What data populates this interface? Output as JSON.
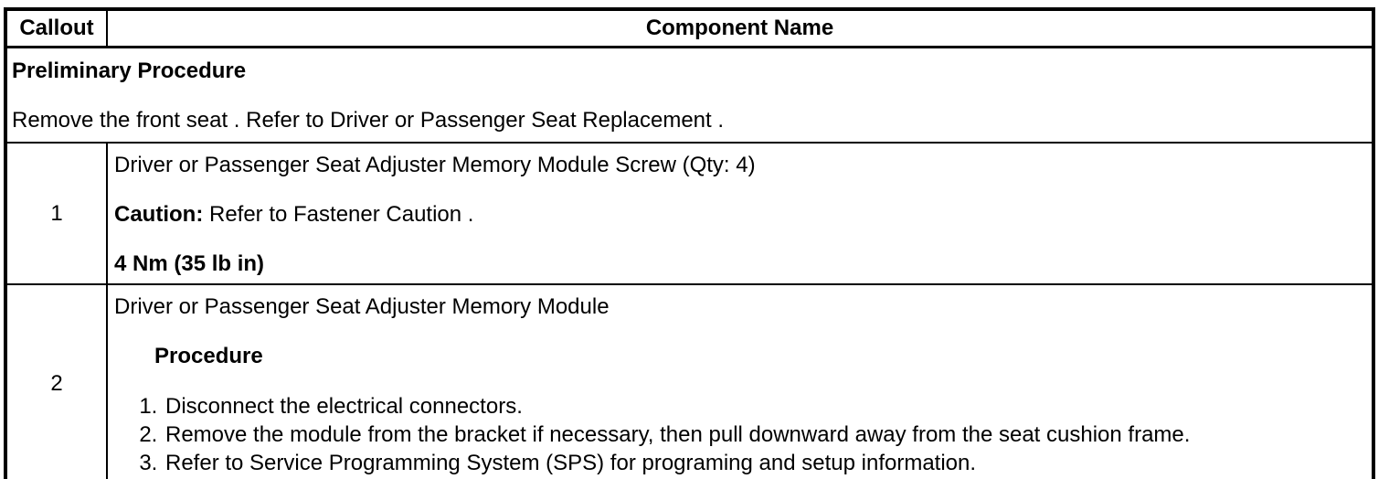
{
  "colors": {
    "border": "#000000",
    "text": "#000000",
    "background": "#ffffff"
  },
  "table": {
    "headers": {
      "callout": "Callout",
      "component": "Component Name"
    },
    "preliminary": {
      "title": "Preliminary Procedure",
      "text": "Remove the front seat . Refer to Driver or Passenger Seat Replacement ."
    },
    "rows": [
      {
        "callout": "1",
        "component_name": "Driver or Passenger Seat Adjuster Memory Module Screw (Qty: 4)",
        "caution_label": "Caution:",
        "caution_text": " Refer to Fastener Caution .",
        "torque": "4 Nm (35 lb in)"
      },
      {
        "callout": "2",
        "component_name": "Driver or Passenger Seat Adjuster Memory Module",
        "procedure_heading": "Procedure",
        "steps": [
          "Disconnect the electrical connectors.",
          "Remove the module from the bracket if necessary, then pull downward away from the seat cushion frame.",
          "Refer to Service Programming System (SPS) for programing and setup information."
        ]
      }
    ]
  }
}
